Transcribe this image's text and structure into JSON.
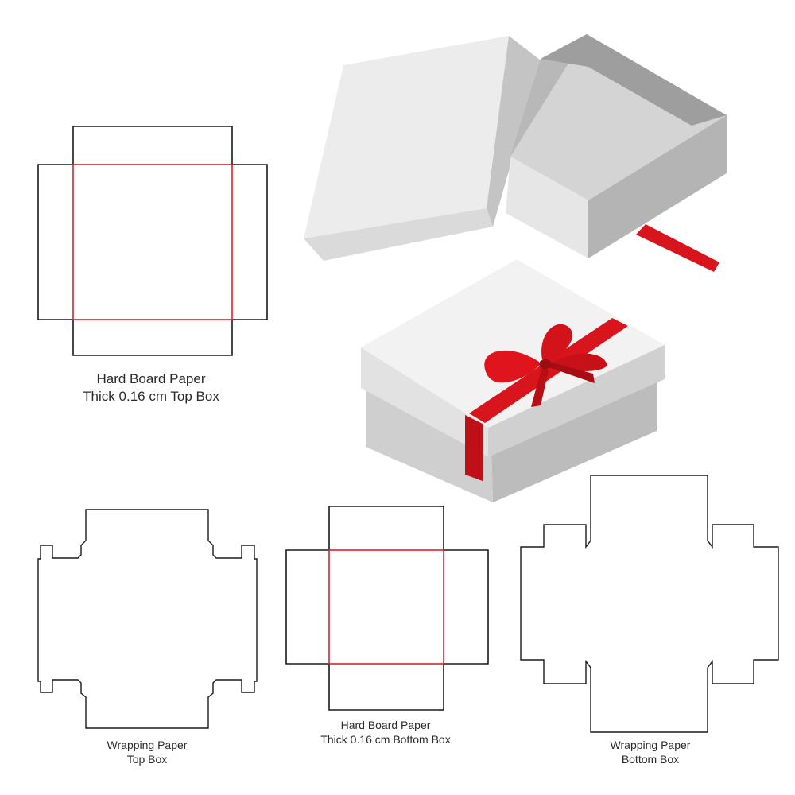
{
  "colors": {
    "cut_line": "#1a1a1a",
    "fold_line": "#e0202a",
    "box_light": "#ececec",
    "box_mid": "#d2d2d2",
    "box_dark": "#a8a8a8",
    "ribbon": "#d8141c"
  },
  "captions": {
    "top_box": {
      "line1": "Hard Board Paper",
      "line2": "Thick 0.16 cm  Top Box"
    },
    "wrapping_top": {
      "line1": "Wrapping Paper",
      "line2": "Top Box"
    },
    "bottom_box": {
      "line1": "Hard Board Paper",
      "line2": "Thick 0.16 cm  Bottom Box"
    },
    "wrapping_bottom": {
      "line1": "Wrapping Paper",
      "line2": "Bottom Box"
    }
  },
  "illustrations": [
    "open-box-with-lid",
    "closed-gift-box-with-red-bow"
  ]
}
